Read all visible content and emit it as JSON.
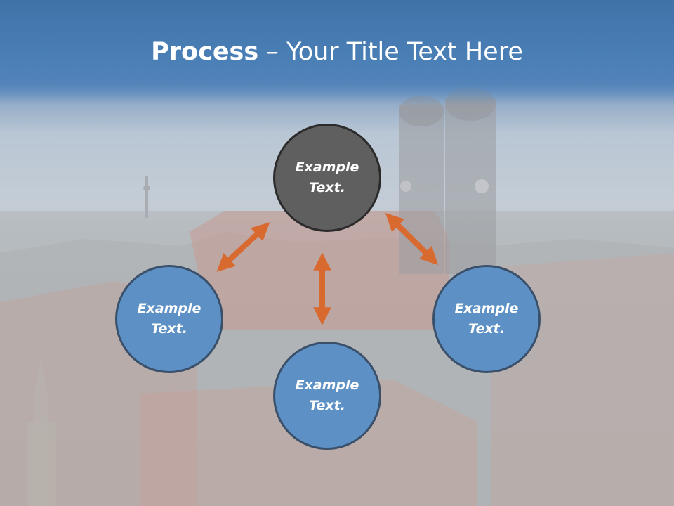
{
  "title": {
    "bold": "Process",
    "rest": " – Your Title Text Here"
  },
  "nodes": {
    "top": "Example\nText.",
    "left": "Example\nText.",
    "bottom": "Example\nText.",
    "right": "Example\nText."
  },
  "colors": {
    "title_bar": "#4a7fb6",
    "node_blue": "#5d91c5",
    "node_gray": "#5f5f5f",
    "arrow": "#d8692f"
  }
}
